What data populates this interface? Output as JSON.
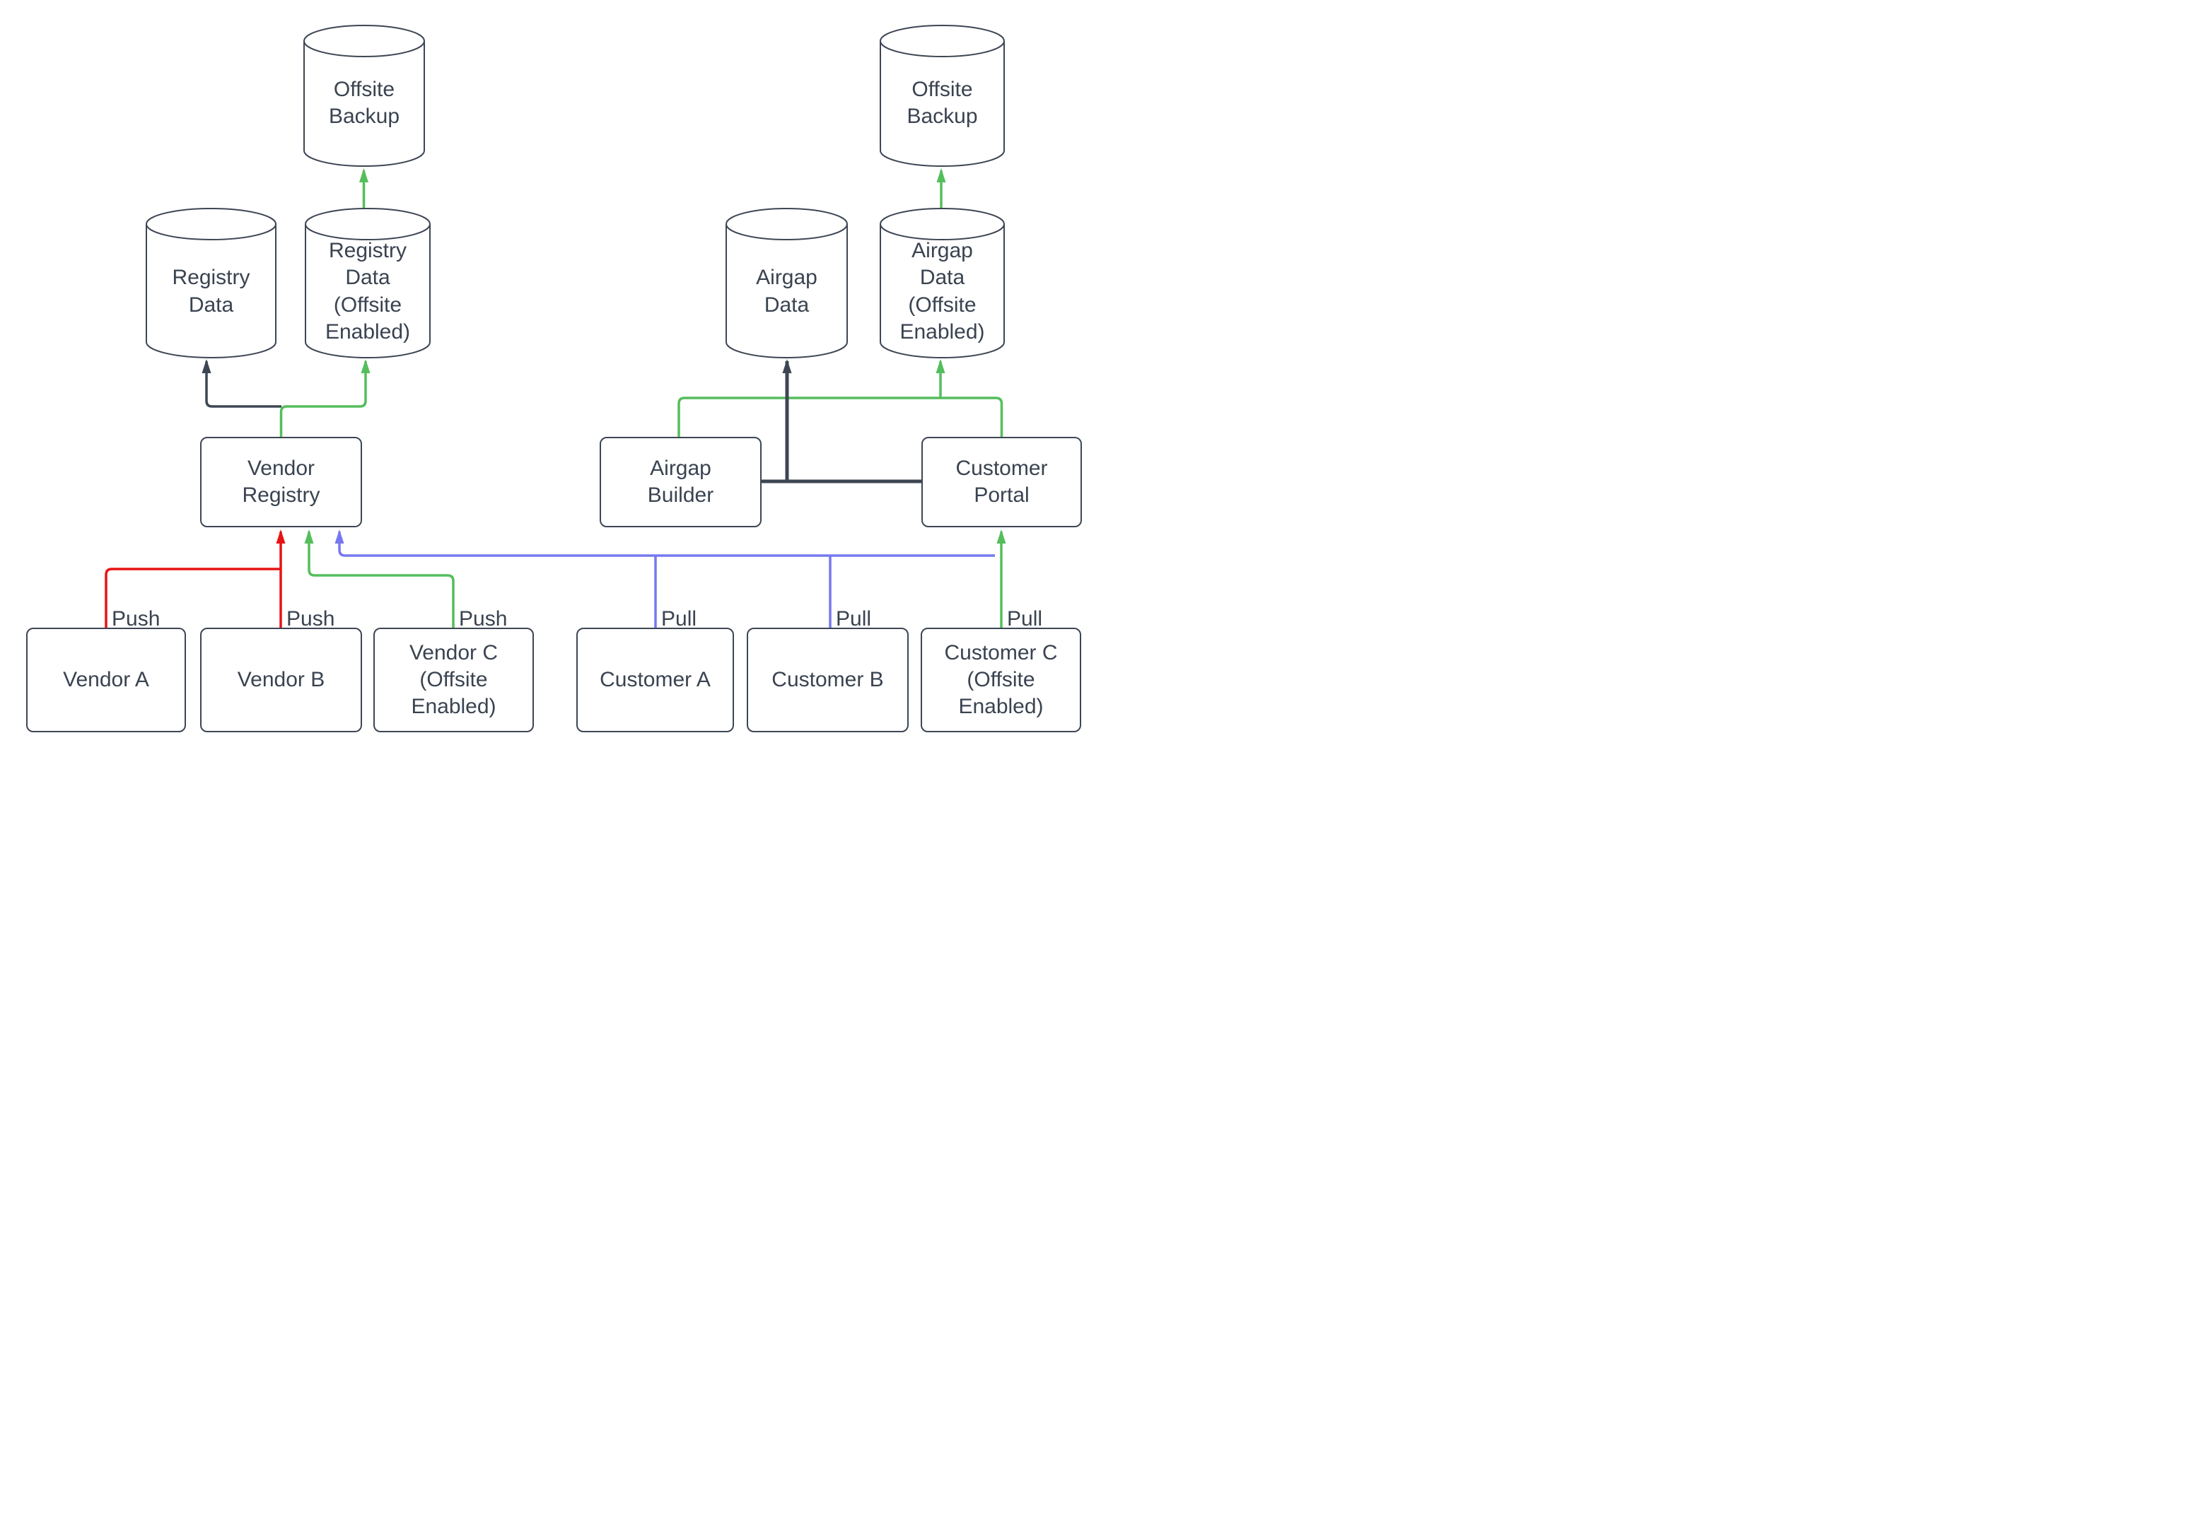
{
  "colors": {
    "background": "#ffffff",
    "node_fill": "#ffffff",
    "node_border": "#3d4653",
    "text": "#3a4350",
    "push_red": "#e81313",
    "green": "#54be5c",
    "pull_blue": "#7678f0",
    "dark": "#3d4653"
  },
  "nodes": {
    "offsite_backup_left": {
      "label": "Offsite Backup",
      "shape": "cylinder"
    },
    "offsite_backup_right": {
      "label": "Offsite Backup",
      "shape": "cylinder"
    },
    "registry_data": {
      "label": "Registry Data",
      "shape": "cylinder"
    },
    "registry_data_offsite": {
      "label": "Registry Data (Offsite Enabled)",
      "shape": "cylinder"
    },
    "airgap_data": {
      "label": "Airgap Data",
      "shape": "cylinder"
    },
    "airgap_data_offsite": {
      "label": "Airgap Data (Offsite Enabled)",
      "shape": "cylinder"
    },
    "vendor_registry": {
      "label": "Vendor Registry",
      "shape": "rectangle"
    },
    "airgap_builder": {
      "label": "Airgap Builder",
      "shape": "rectangle"
    },
    "customer_portal": {
      "label": "Customer Portal",
      "shape": "rectangle"
    },
    "vendor_a": {
      "label": "Vendor A",
      "shape": "rectangle"
    },
    "vendor_b": {
      "label": "Vendor B",
      "shape": "rectangle"
    },
    "vendor_c": {
      "label": "Vendor C (Offsite Enabled)",
      "shape": "rectangle"
    },
    "customer_a": {
      "label": "Customer A",
      "shape": "rectangle"
    },
    "customer_b": {
      "label": "Customer B",
      "shape": "rectangle"
    },
    "customer_c": {
      "label": "Customer C (Offsite Enabled)",
      "shape": "rectangle"
    }
  },
  "edge_labels": {
    "vendor_a_push": "Push",
    "vendor_b_push": "Push",
    "vendor_c_push": "Push",
    "customer_a_pull": "Pull",
    "customer_b_pull": "Pull",
    "customer_c_pull": "Pull"
  }
}
